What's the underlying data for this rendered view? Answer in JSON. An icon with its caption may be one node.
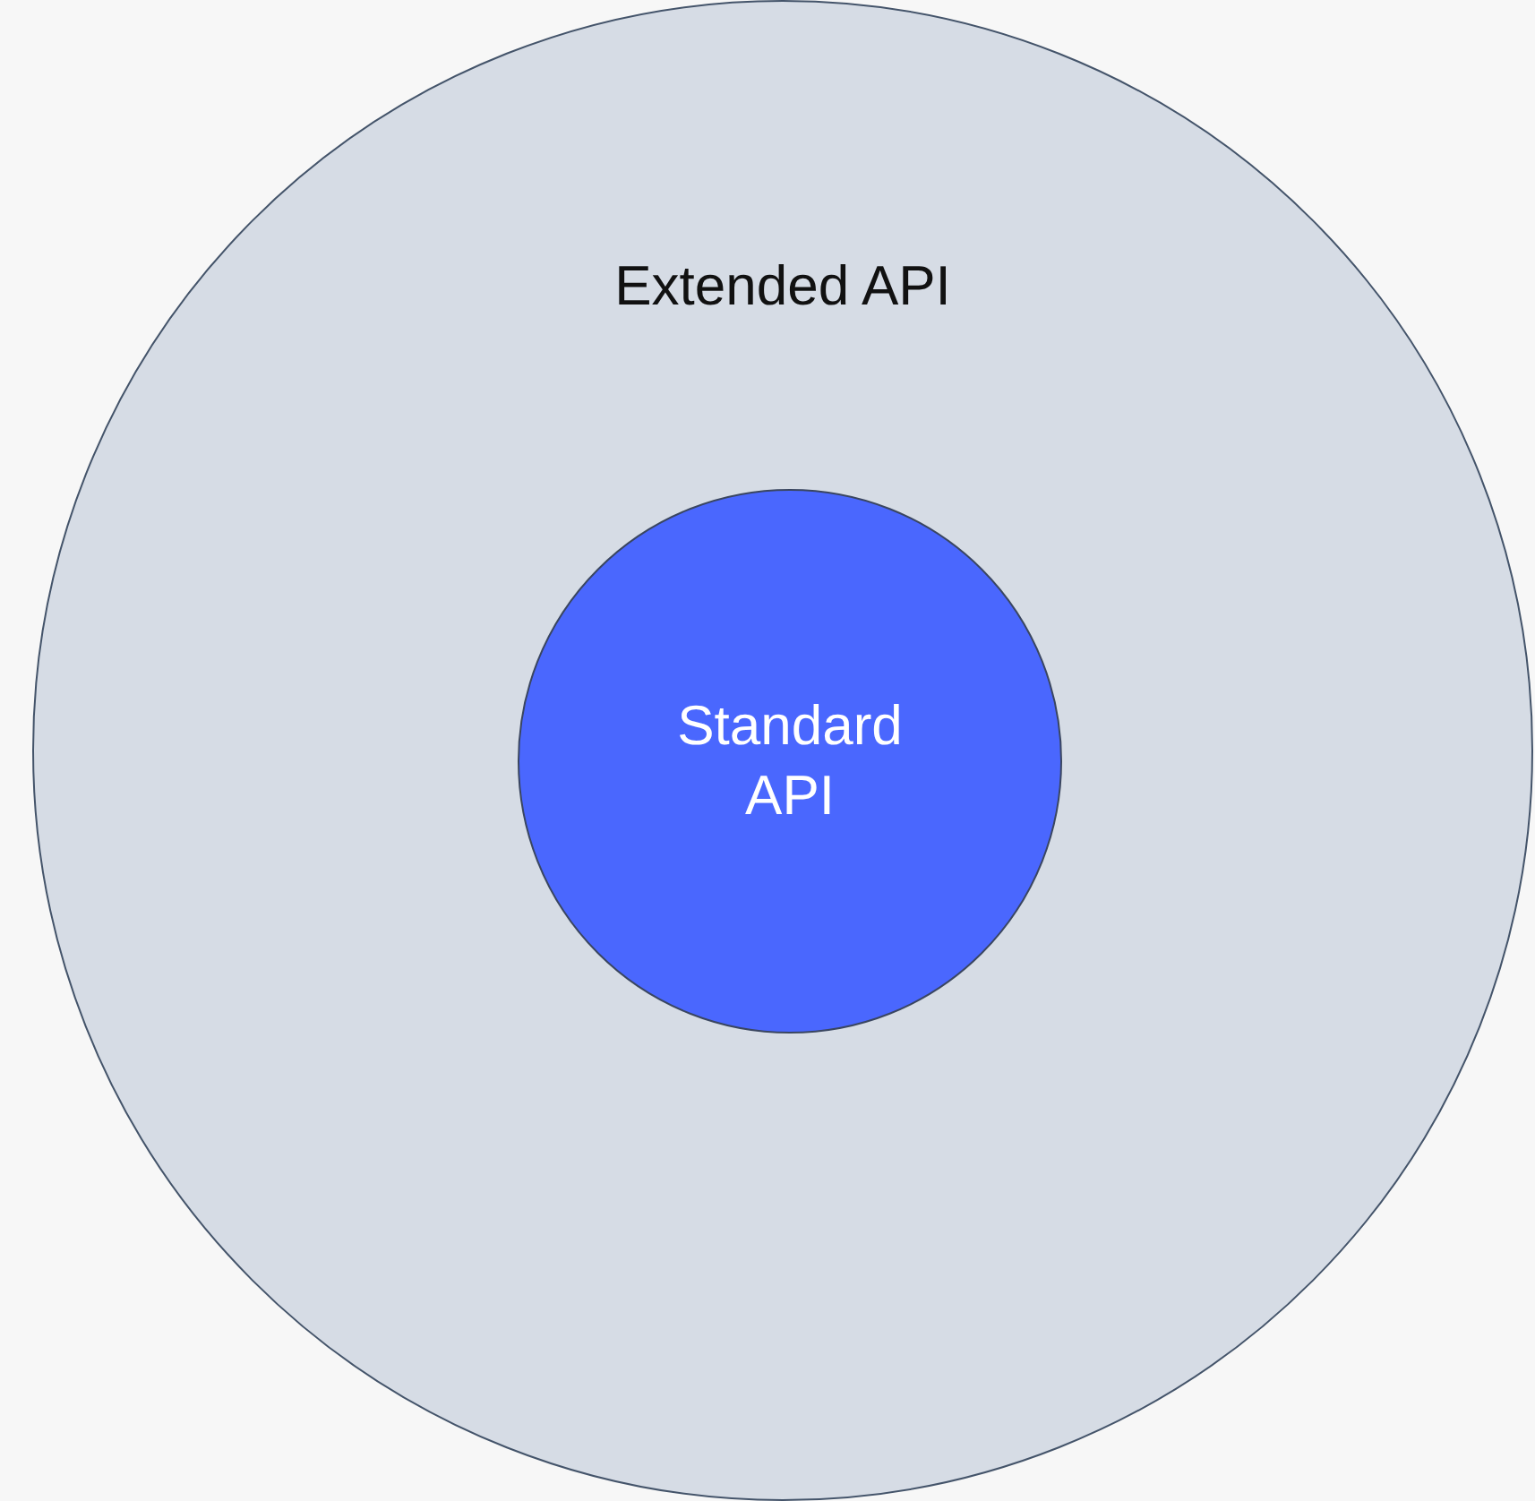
{
  "diagram": {
    "nodes": [
      {
        "text": [
          "Extended API"
        ]
      },
      {
        "text": [
          "Standard API"
        ],
        "in": 0
      }
    ]
  }
}
